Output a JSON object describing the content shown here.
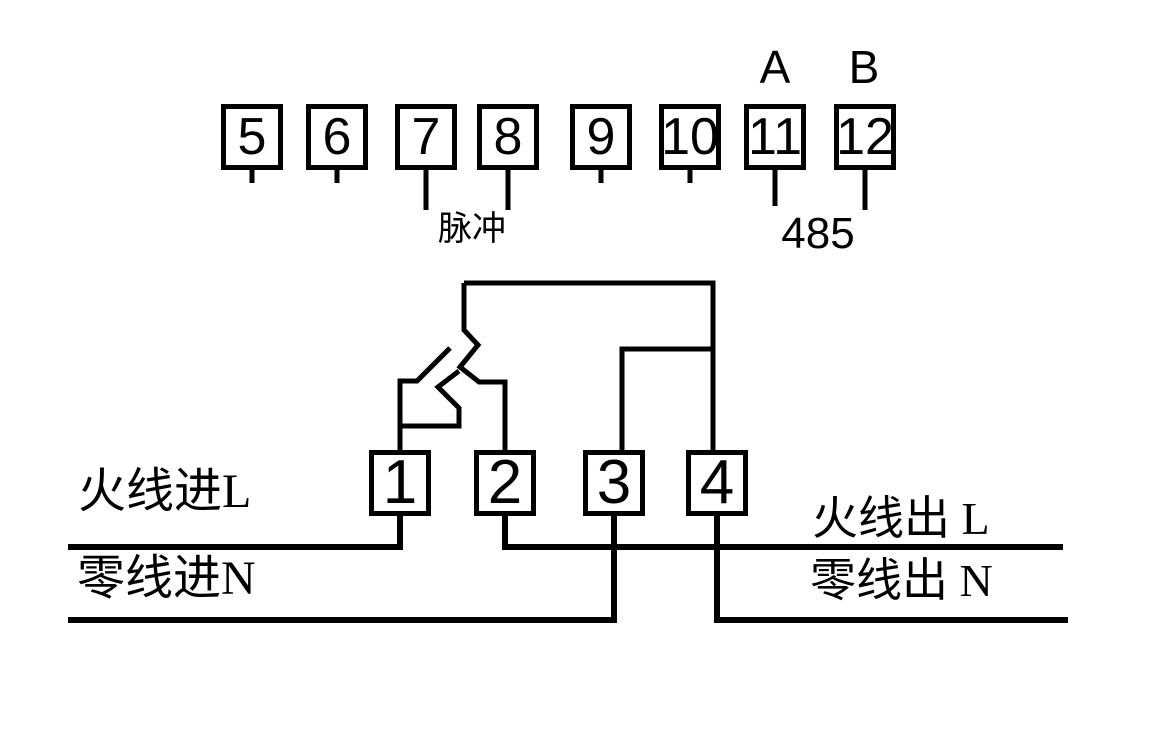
{
  "diagram": {
    "title_hint": "single-phase energy meter wiring diagram",
    "top_terminals": [
      {
        "label": "5"
      },
      {
        "label": "6"
      },
      {
        "label": "7"
      },
      {
        "label": "8"
      },
      {
        "label": "9"
      },
      {
        "label": "10"
      },
      {
        "label": "11"
      },
      {
        "label": "12"
      }
    ],
    "bus_labels": {
      "a": "A",
      "b": "B",
      "pulse": "脉冲",
      "rs485": "485"
    },
    "meter_terminals": [
      {
        "label": "1"
      },
      {
        "label": "2"
      },
      {
        "label": "3"
      },
      {
        "label": "4"
      }
    ],
    "line_labels": {
      "live_in": "火线进L",
      "neutral_in": "零线进N",
      "live_out": "火线出 L",
      "neutral_out": "零线出 N"
    },
    "colors": {
      "line": "#000000",
      "background": "#ffffff"
    }
  }
}
